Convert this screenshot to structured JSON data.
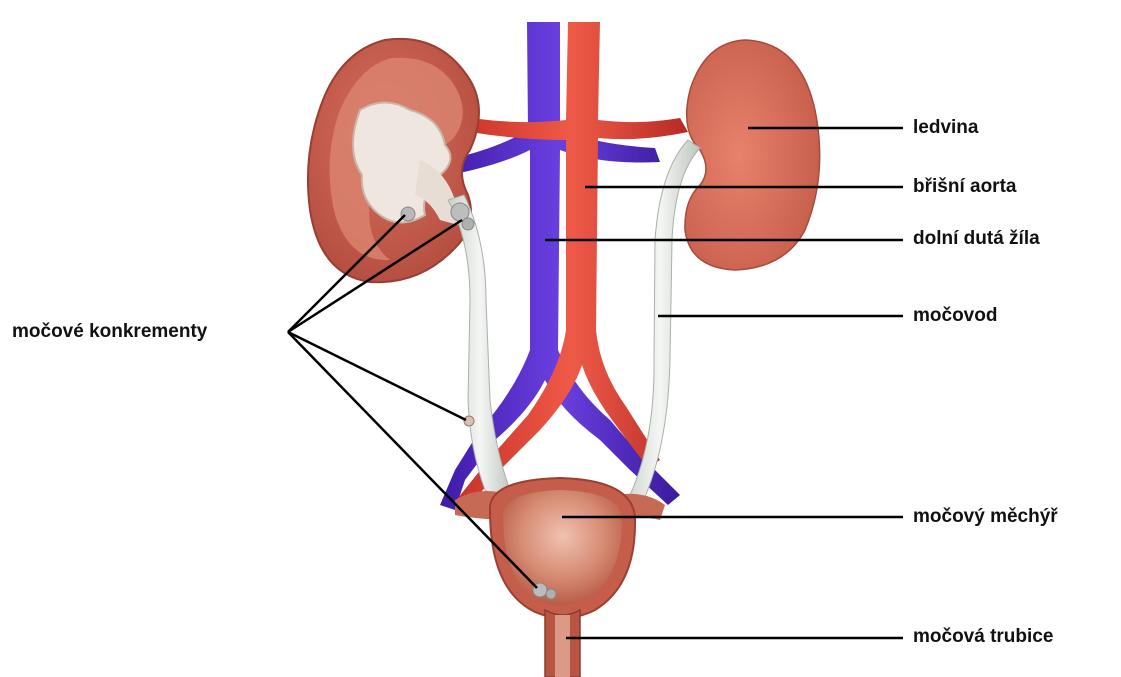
{
  "labels": {
    "kidney": "ledvina",
    "abdominal_aorta": "břišní aorta",
    "inferior_vena_cava": "dolní dutá žíla",
    "ureter": "močovod",
    "urinary_bladder": "močový měchýř",
    "urethra": "močová trubice",
    "urinary_stones": "močové konkrementy"
  },
  "colors": {
    "kidney": "#c8604b",
    "kidney_dark": "#a8443a",
    "aorta": "#e0473a",
    "vena_cava": "#5a2fd0",
    "ureter": "#dfe3df",
    "bladder": "#c56a55",
    "stone": "#b8b8b8",
    "pelvis_cut": "#eee3dc",
    "leader_line": "#000000"
  }
}
